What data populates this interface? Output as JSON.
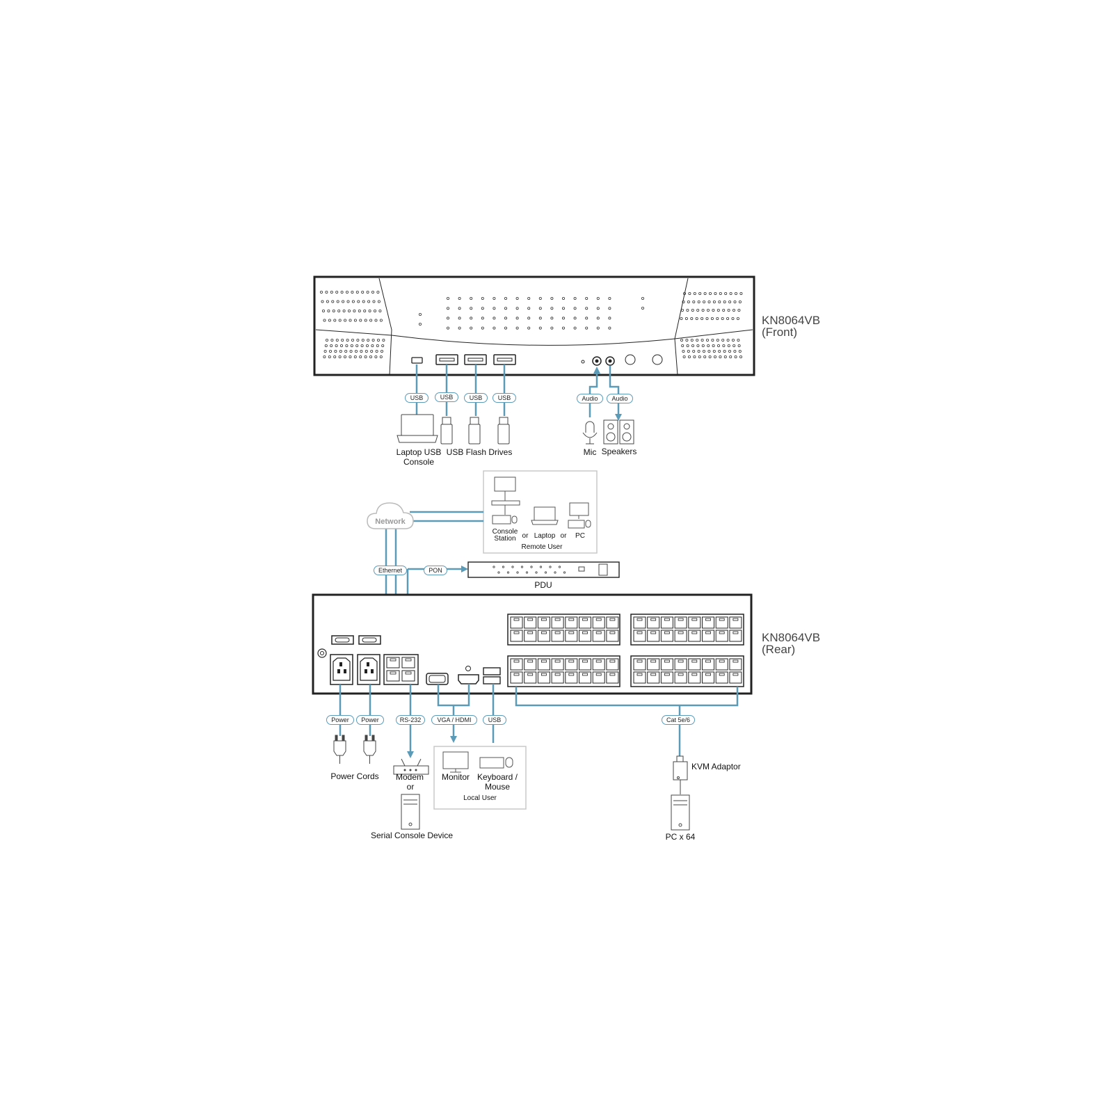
{
  "front": {
    "model": "KN8064VB",
    "view": "(Front)"
  },
  "rear": {
    "model": "KN8064VB",
    "view": "(Rear)"
  },
  "front_connectors": {
    "usb": "USB",
    "audio": "Audio"
  },
  "front_devices": {
    "laptop_usb_console": [
      "Laptop USB",
      "Console"
    ],
    "usb_flash_drives": "USB Flash Drives",
    "mic": "Mic",
    "speakers": "Speakers"
  },
  "network": {
    "cloud_label": "Network",
    "ethernet": "Ethernet",
    "pon": "PON",
    "pdu": "PDU"
  },
  "remote_user": {
    "console_station": [
      "Console",
      "Station"
    ],
    "or": "or",
    "laptop": "Laptop",
    "pc": "PC",
    "title": "Remote User"
  },
  "rear_connectors": {
    "power": "Power",
    "rs232": "RS-232",
    "vga_hdmi": "VGA / HDMI",
    "usb": "USB",
    "cat": "Cat 5e/6"
  },
  "rear_devices": {
    "power_cords": "Power Cords",
    "modem": "Modem",
    "or": "or",
    "serial_console_device": "Serial Console Device",
    "monitor": "Monitor",
    "keyboard_mouse": [
      "Keyboard /",
      "Mouse"
    ],
    "local_user": "Local User",
    "kvm_adaptor": "KVM Adaptor",
    "pc_x64": "PC x 64"
  },
  "colors": {
    "cable": "#5b9bb8",
    "outline": "#222222",
    "panel_border": "#c8c8c8"
  },
  "icons": [
    "laptop-icon",
    "usb-flash-drive-icon",
    "microphone-icon",
    "speakers-icon",
    "cloud-icon",
    "monitor-icon",
    "keyboard-icon",
    "mouse-icon",
    "modem-icon",
    "tower-pc-icon",
    "power-plug-icon",
    "kvm-adaptor-icon",
    "pdu-icon"
  ]
}
